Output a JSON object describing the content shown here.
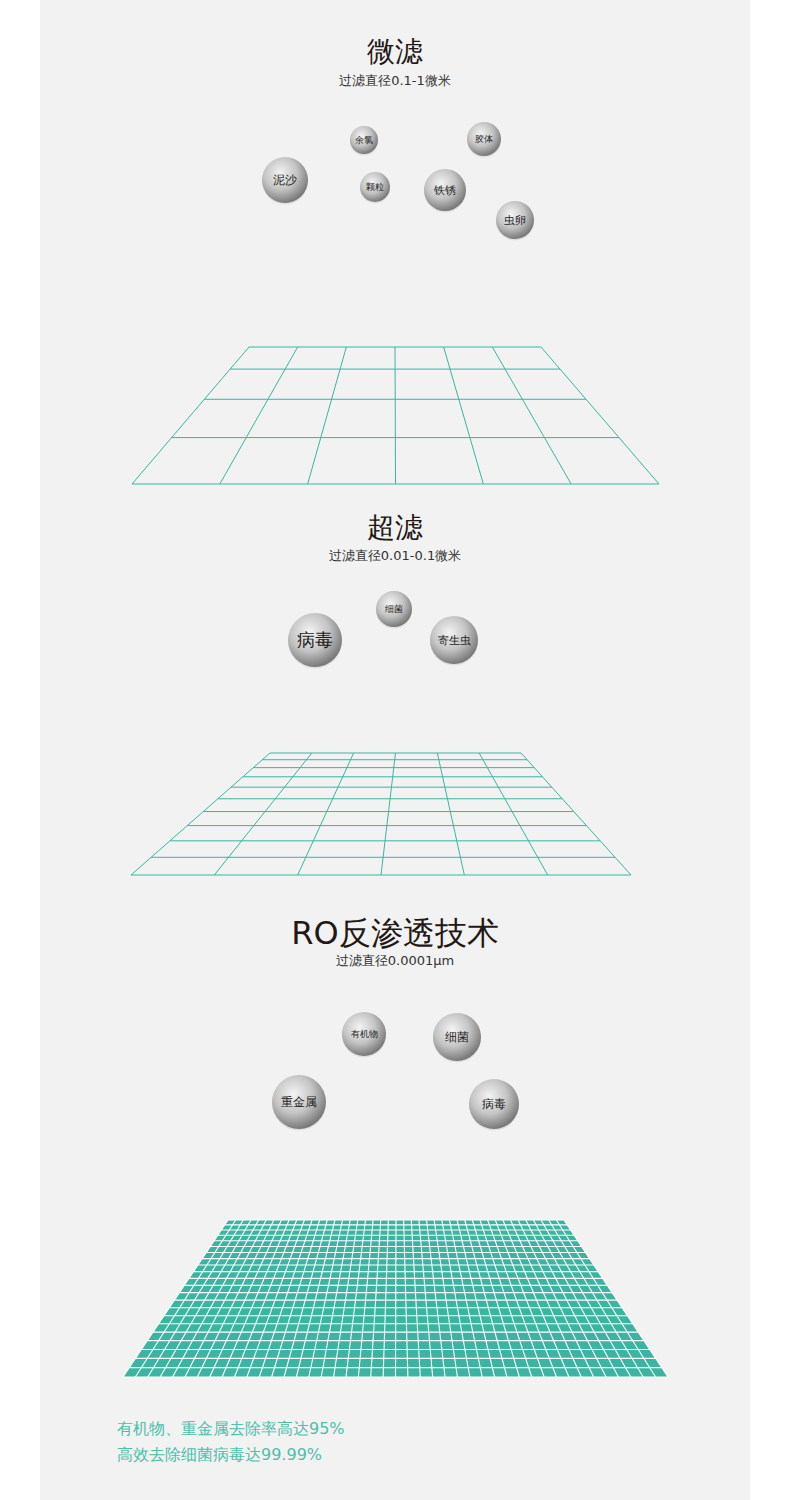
{
  "diagram": {
    "nodes": [
      {
        "text": [
          "余氯"
        ]
      },
      {
        "text": [
          "胶体"
        ]
      },
      {
        "text": [
          "泥沙"
        ]
      },
      {
        "text": [
          "颗粒"
        ]
      },
      {
        "text": [
          "铁锈"
        ]
      },
      {
        "text": [
          "虫卵"
        ]
      },
      {
        "text": [
          "细菌"
        ]
      },
      {
        "text": [
          "病毒"
        ]
      },
      {
        "text": [
          "寄生虫"
        ]
      },
      {
        "text": [
          "有机物"
        ]
      },
      {
        "text": [
          "细菌"
        ]
      },
      {
        "text": [
          "重金属"
        ]
      },
      {
        "text": [
          "病毒"
        ]
      }
    ],
    "edges": [],
    "labels": [
      "微滤",
      "过滤直径0.1-1微米",
      "超滤",
      "过滤直径0.01-0.1微米",
      "RO反渗透技术",
      "过滤直径0.0001μm",
      "有机物、重金属去除率高达95%",
      "高效去除细菌病毒达99.99%"
    ]
  }
}
